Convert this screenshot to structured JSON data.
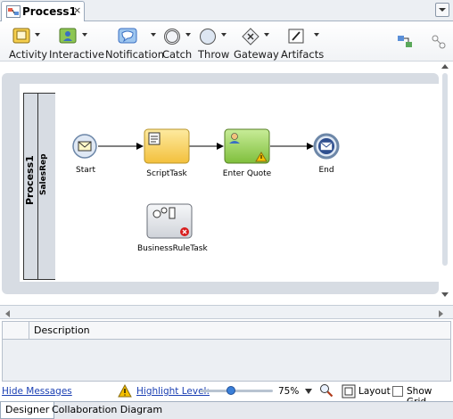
{
  "tab": {
    "title": "Process1",
    "close": "×"
  },
  "toolbar": {
    "items": [
      {
        "label": "Activity"
      },
      {
        "label": "Interactive"
      },
      {
        "label": "Notification"
      },
      {
        "label": "Catch"
      },
      {
        "label": "Throw"
      },
      {
        "label": "Gateway"
      },
      {
        "label": "Artifacts"
      }
    ]
  },
  "diagram": {
    "pool_label": "Process1",
    "lane_label": "SalesRep",
    "nodes": {
      "start": "Start",
      "script_task": "ScriptTask",
      "enter_quote": "Enter Quote",
      "end": "End",
      "business_rule": "BusinessRuleTask"
    }
  },
  "messages": {
    "column_header": "Description"
  },
  "status": {
    "hide_messages": "Hide Messages",
    "highlight_level": "Highlight Level:",
    "zoom_value": "75%",
    "zoom_fraction": 0.42,
    "layout": "Layout",
    "show_grid": "Show Grid"
  },
  "bottom_tabs": {
    "designer": "Designer",
    "collab": "Collaboration Diagram"
  },
  "colors": {
    "accent": "#1a3fb3",
    "script_fill": "#f9d66a",
    "task_fill": "#9fd45a"
  }
}
